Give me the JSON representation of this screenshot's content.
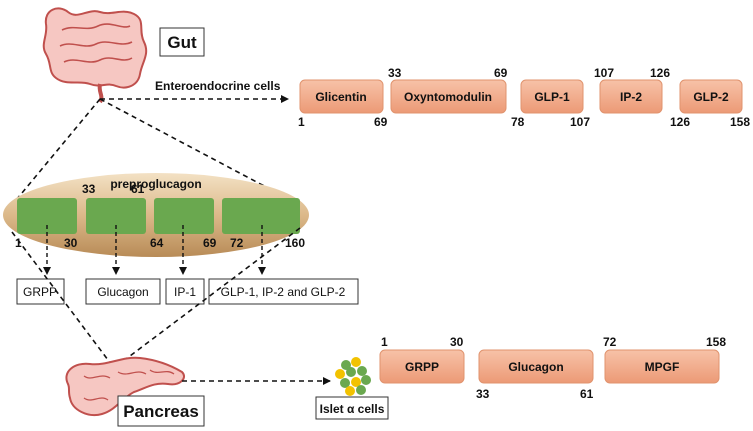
{
  "labels": {
    "gut": "Gut",
    "pancreas": "Pancreas",
    "enteroendocrine": "Enteroendocrine cells",
    "islet": "Islet α cells",
    "preproglucagon": "preproglucagon"
  },
  "precursor": {
    "numbers": [
      "33",
      "61",
      "1",
      "30",
      "64",
      "69",
      "72",
      "160"
    ]
  },
  "cleavage_products": [
    "GRPP",
    "Glucagon",
    "IP-1",
    "GLP-1, IP-2 and GLP-2"
  ],
  "gut_products": [
    {
      "name": "Glicentin",
      "start": "1",
      "end": "69"
    },
    {
      "name": "Oxyntomodulin",
      "start": "33",
      "end": "69"
    },
    {
      "name": "GLP-1",
      "start": "78",
      "end": "107"
    },
    {
      "name": "IP-2",
      "start": "107",
      "end": "126"
    },
    {
      "name": "GLP-2",
      "start": "126",
      "end": "158"
    }
  ],
  "pancreas_products": [
    {
      "name": "GRPP",
      "start": "1",
      "end": "30"
    },
    {
      "name": "Glucagon",
      "start": "33",
      "end": "61"
    },
    {
      "name": "MPGF",
      "start": "72",
      "end": "158"
    }
  ],
  "colors": {
    "peptide_box": "#f0a98a",
    "precursor_segment": "#6aa84f",
    "ellipse": "#d9b98c",
    "organ": "#f4b6b6",
    "organ_stroke": "#c0504d",
    "islet_yellow": "#f2c200",
    "islet_green": "#6aa84f"
  }
}
